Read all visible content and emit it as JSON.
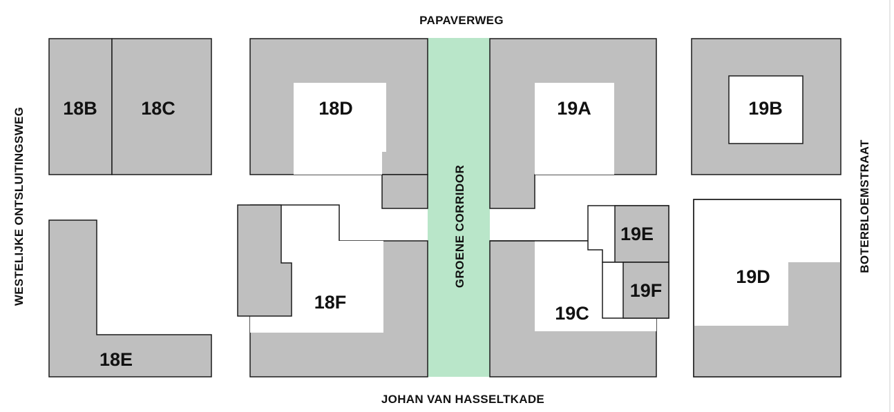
{
  "streets": {
    "north": "PAPAVERWEG",
    "south": "JOHAN VAN HASSELTKADE",
    "west": "WESTELIJKE ONTSLUITINGSWEG",
    "east": "BOTERBLOEMSTRAAT"
  },
  "corridor": {
    "label": "GROENE CORRIDOR"
  },
  "plots": {
    "p18b": "18B",
    "p18c": "18C",
    "p18d": "18D",
    "p18e": "18E",
    "p18f": "18F",
    "p19a": "19A",
    "p19b": "19B",
    "p19c": "19C",
    "p19d": "19D",
    "p19e": "19E",
    "p19f": "19F"
  },
  "colors": {
    "building": "#bfbfbf",
    "courtyard": "#ffffff",
    "corridor": "#b9e6c9",
    "outline": "#1a1a1a"
  }
}
